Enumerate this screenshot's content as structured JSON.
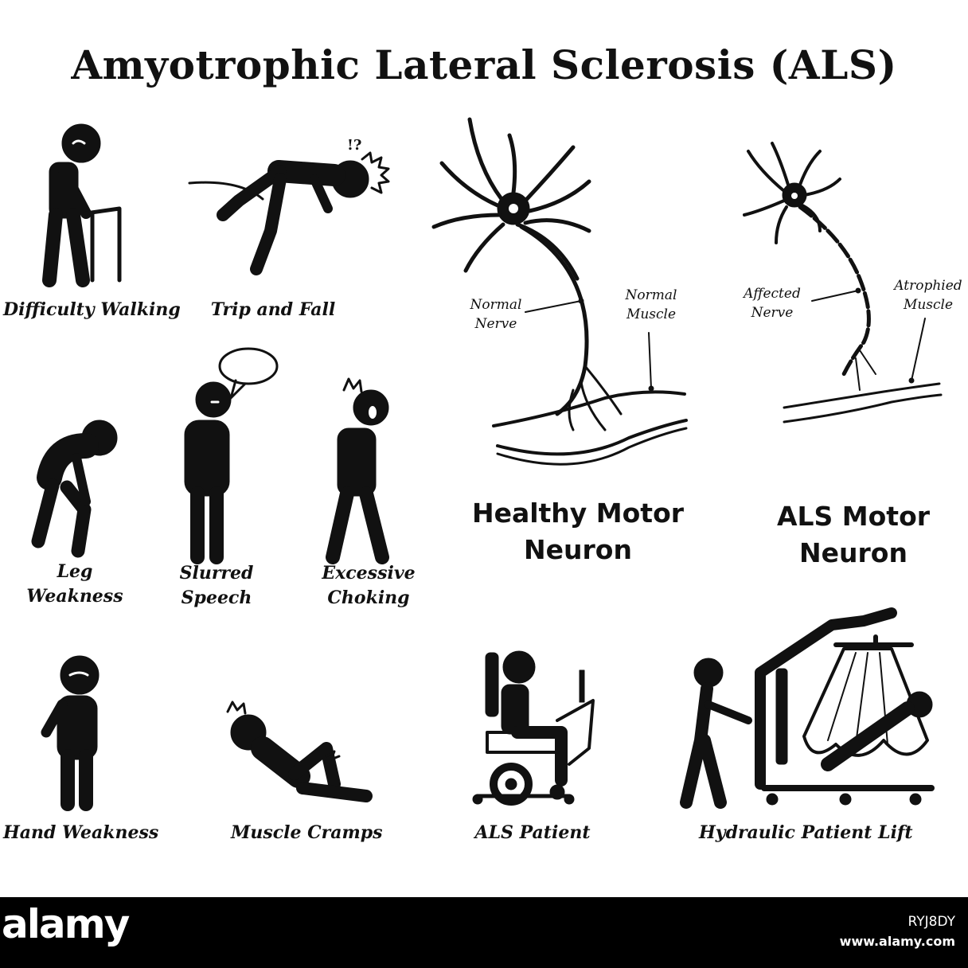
{
  "title": "Amyotrophic Lateral Sclerosis (ALS)",
  "symptoms": {
    "difficulty_walking": "Difficulty Walking",
    "trip_and_fall": "Trip and Fall",
    "leg_weakness": [
      "Leg",
      "Weakness"
    ],
    "slurred_speech": [
      "Slurred",
      "Speech"
    ],
    "excessive_choking": [
      "Excessive",
      "Choking"
    ],
    "hand_weakness": "Hand Weakness",
    "muscle_cramps": "Muscle Cramps",
    "als_patient": "ALS Patient",
    "hydraulic_patient_lift": "Hydraulic Patient Lift"
  },
  "neurons": {
    "healthy": {
      "title": [
        "Healthy Motor",
        "Neuron"
      ],
      "nerve_label": [
        "Normal",
        "Nerve"
      ],
      "muscle_label": [
        "Normal",
        "Muscle"
      ]
    },
    "als": {
      "title": [
        "ALS Motor",
        "Neuron"
      ],
      "nerve_label": [
        "Affected",
        "Nerve"
      ],
      "muscle_label": [
        "Atrophied",
        "Muscle"
      ]
    }
  },
  "icons": {
    "trip_exclaim": "!?"
  },
  "watermark": {
    "brand": "alamy",
    "image_id": "RYJ8DY",
    "site": "www.alamy.com"
  },
  "colors": {
    "ink": "#111111",
    "background": "#ffffff",
    "footer": "#000000"
  }
}
